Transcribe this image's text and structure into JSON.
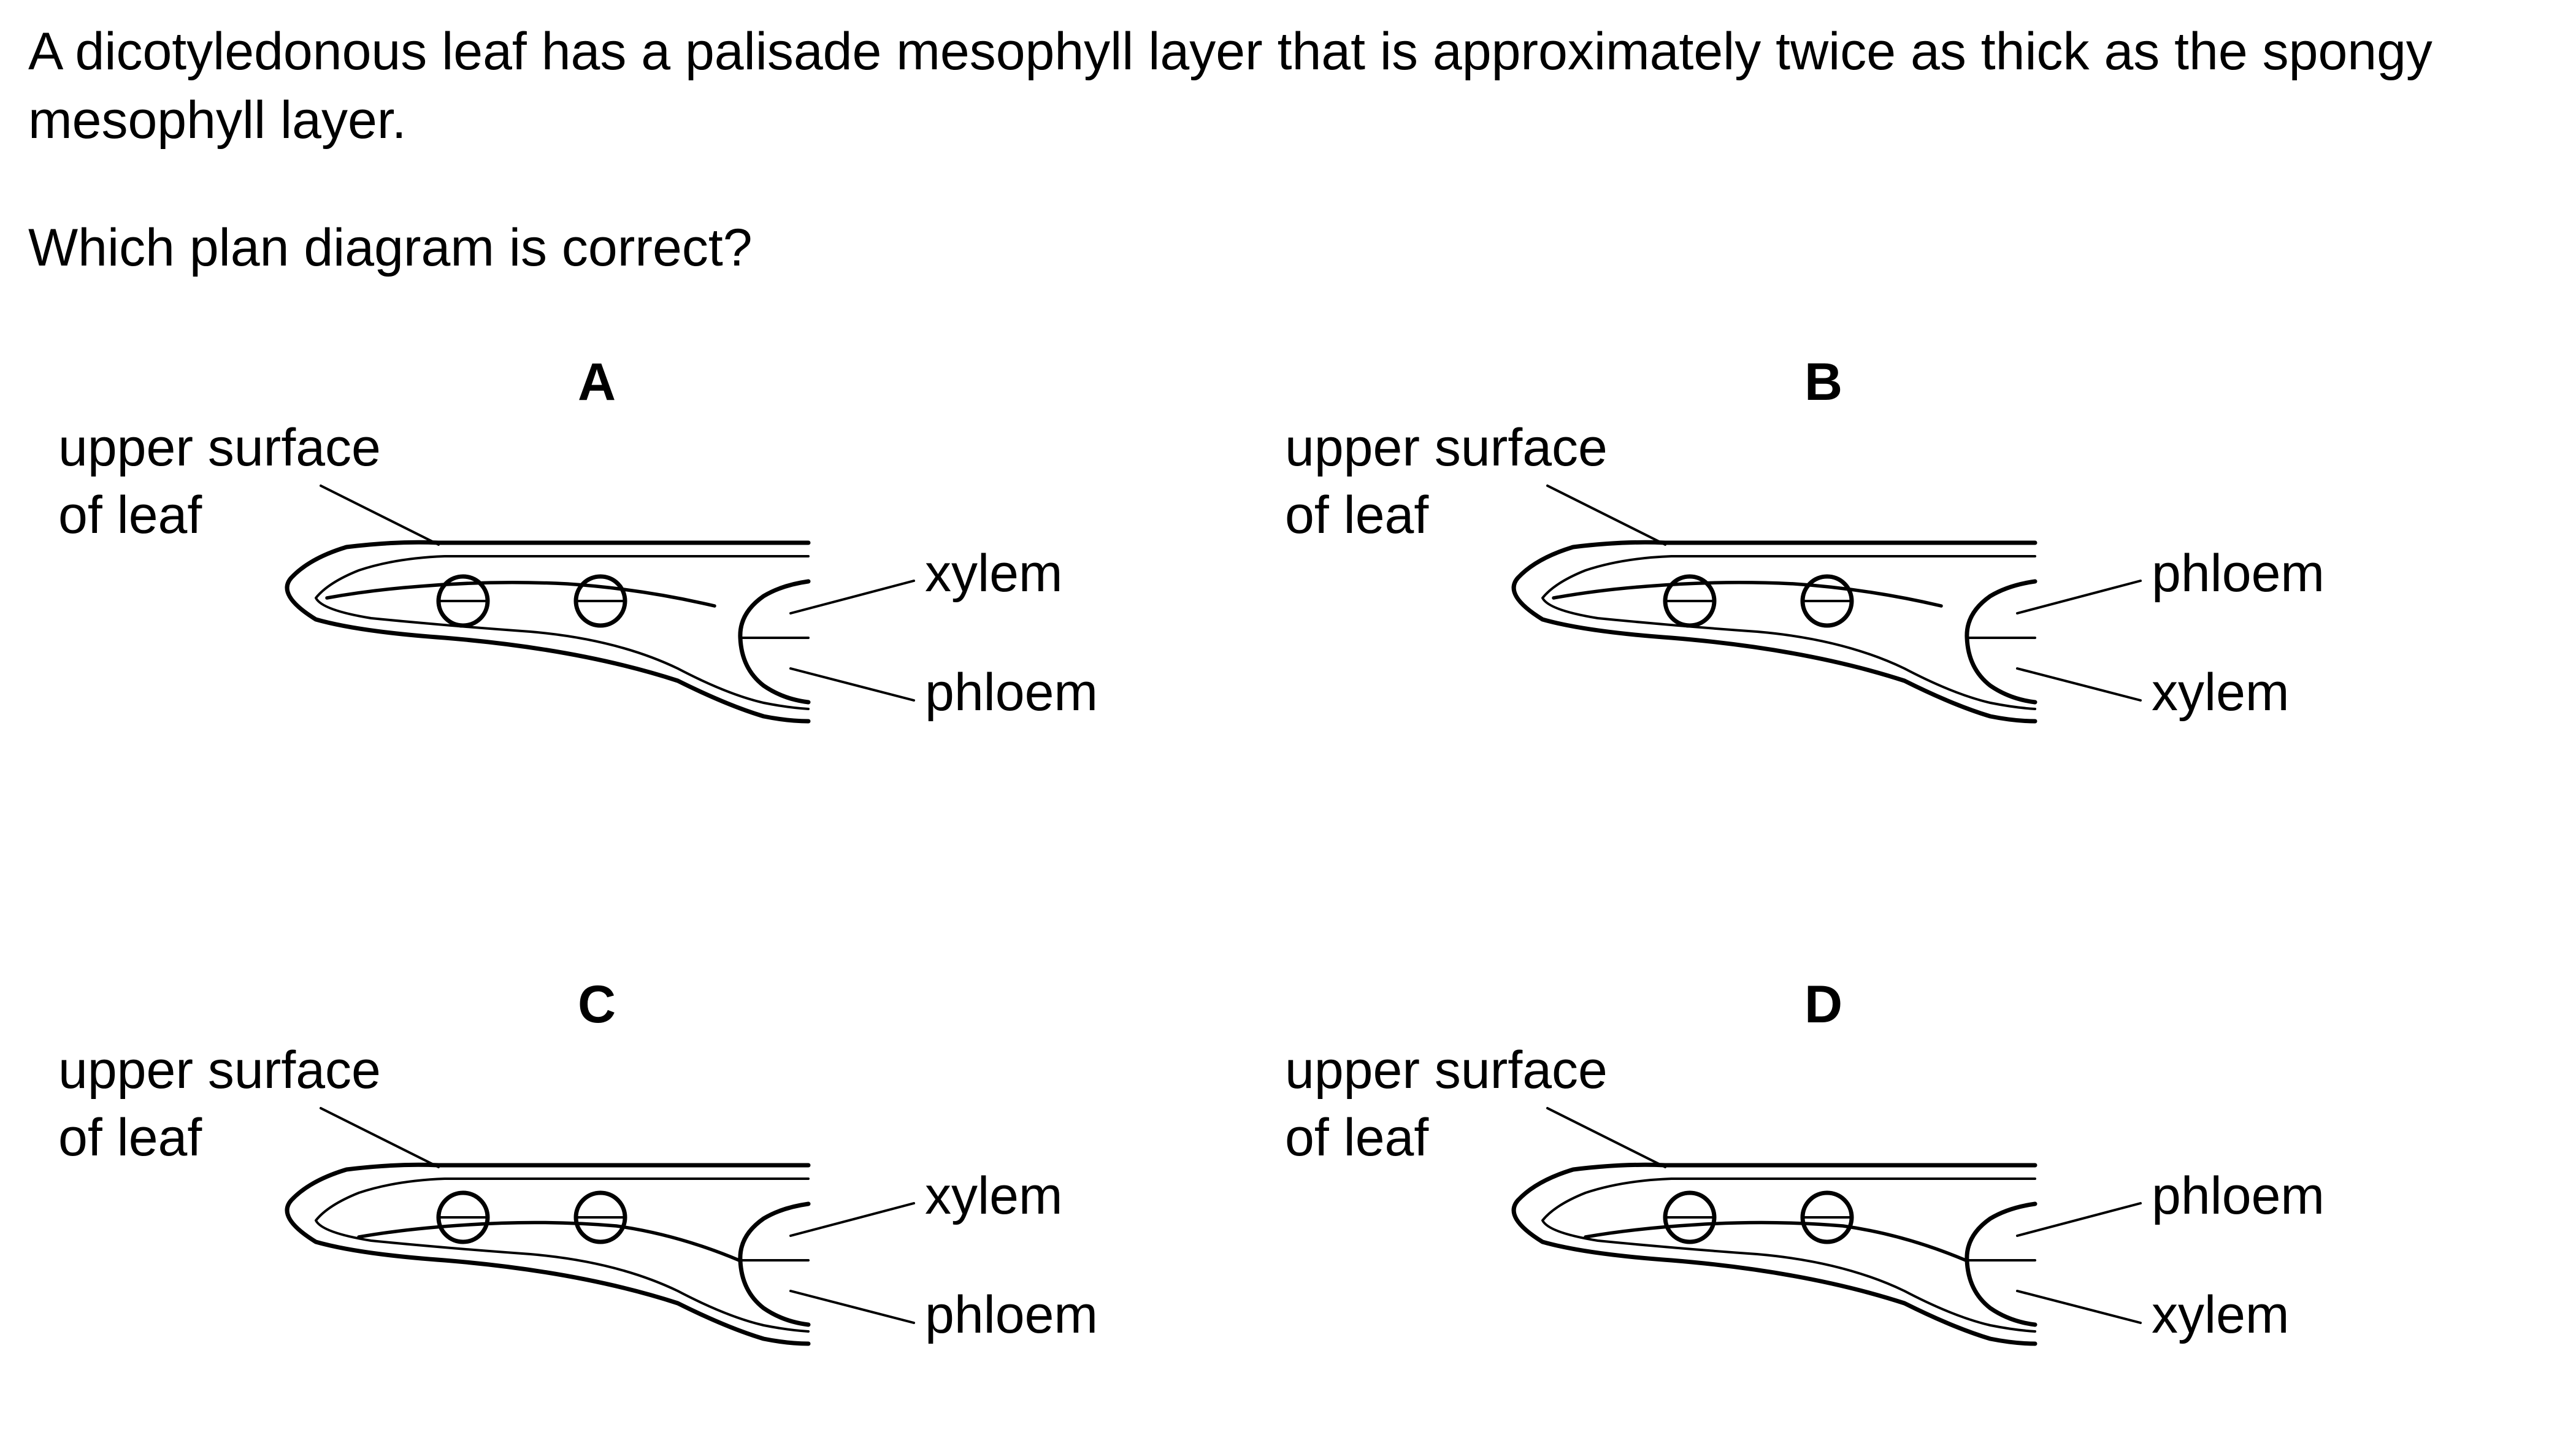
{
  "question": {
    "stem": "A dicotyledonous leaf has a palisade mesophyll layer that is approximately twice as thick as the spongy mesophyll layer.",
    "prompt": "Which plan diagram is correct?"
  },
  "options": [
    {
      "letter": "A",
      "surface_label_line1": "upper surface",
      "surface_label_line2": "of leaf",
      "top_label": "xylem",
      "bottom_label": "phloem"
    },
    {
      "letter": "B",
      "surface_label_line1": "upper surface",
      "surface_label_line2": "of leaf",
      "top_label": "phloem",
      "bottom_label": "xylem"
    },
    {
      "letter": "C",
      "surface_label_line1": "upper surface",
      "surface_label_line2": "of leaf",
      "top_label": "xylem",
      "bottom_label": "phloem"
    },
    {
      "letter": "D",
      "surface_label_line1": "upper surface",
      "surface_label_line2": "of leaf",
      "top_label": "phloem",
      "bottom_label": "xylem"
    }
  ]
}
